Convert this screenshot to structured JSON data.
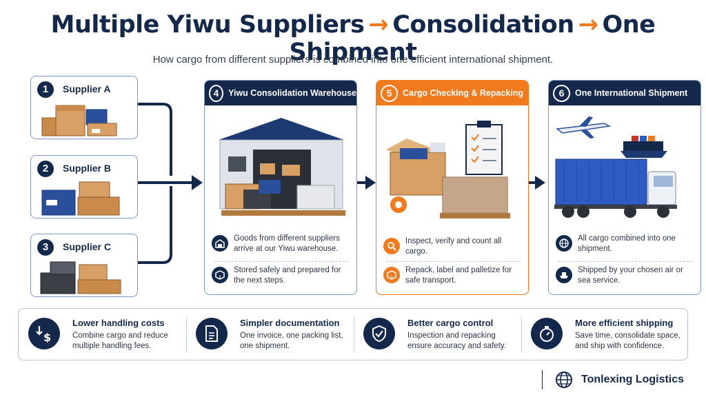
{
  "header": {
    "title_part1": "Multiple Yiwu Suppliers",
    "arrow": "→",
    "title_part2": "Consolidation",
    "title_part3": "One Shipment",
    "subtitle": "How cargo from different suppliers is combined into one efficient international shipment."
  },
  "suppliers": [
    {
      "num": "1",
      "label": "Supplier A"
    },
    {
      "num": "2",
      "label": "Supplier B"
    },
    {
      "num": "3",
      "label": "Supplier C"
    }
  ],
  "panels": [
    {
      "num": "4",
      "title": "Yiwu Consolidation Warehouse",
      "features": [
        {
          "icon": "warehouse-icon",
          "text": "Goods from different suppliers arrive at our Yiwu warehouse."
        },
        {
          "icon": "box-icon",
          "text": "Stored safely and prepared for the next steps."
        }
      ]
    },
    {
      "num": "5",
      "title": "Cargo Checking & Repacking",
      "features": [
        {
          "icon": "magnifier-icon",
          "text": "Inspect, verify and count all cargo."
        },
        {
          "icon": "box-icon",
          "text": "Repack, label and palletize for safe transport."
        }
      ]
    },
    {
      "num": "6",
      "title": "One International Shipment",
      "features": [
        {
          "icon": "globe-icon",
          "text": "All cargo combined into one shipment."
        },
        {
          "icon": "ship-icon",
          "text": "Shipped by your chosen air or sea service."
        }
      ]
    }
  ],
  "benefits": [
    {
      "icon": "cost-down-icon",
      "title": "Lower handling costs",
      "desc": "Combine cargo and reduce multiple handling fees."
    },
    {
      "icon": "document-icon",
      "title": "Simpler documentation",
      "desc": "One invoice, one packing list, one shipment."
    },
    {
      "icon": "shield-check-icon",
      "title": "Better cargo control",
      "desc": "Inspection and repacking ensure accuracy and safety."
    },
    {
      "icon": "stopwatch-icon",
      "title": "More efficient shipping",
      "desc": "Save time, consolidate space, and ship with confidence."
    }
  ],
  "brand": {
    "name": "Tonlexing Logistics",
    "icon": "globe-icon"
  },
  "colors": {
    "navy": "#14284b",
    "orange": "#f07a1c",
    "box": "#d9a066",
    "blue_box": "#2a4f9b",
    "truck_blue": "#2d5cc4"
  }
}
